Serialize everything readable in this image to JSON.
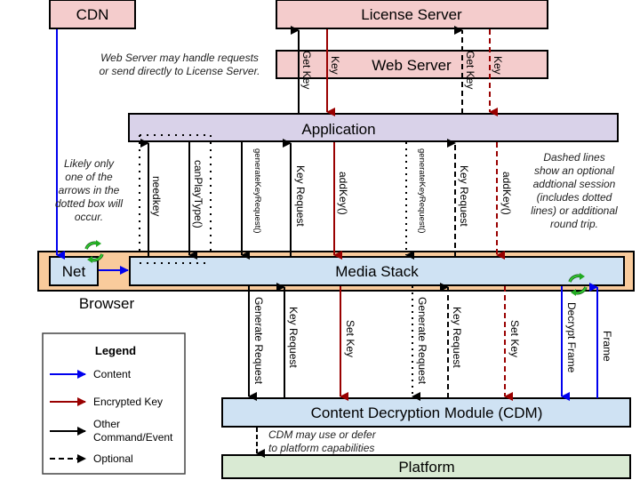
{
  "colors": {
    "content": "#0000ee",
    "encrypted_key": "#990000",
    "other": "#000000",
    "server_fill": "#f4cccc",
    "app_fill": "#d9d2e9",
    "browser_fill": "#f9cb9c",
    "media_fill": "#cfe2f3",
    "platform_fill": "#d9ead3",
    "cycle": "#22aa22"
  },
  "boxes": {
    "cdn": "CDN",
    "license_server": "License Server",
    "web_server": "Web Server",
    "application": "Application",
    "net": "Net",
    "media_stack": "Media Stack",
    "browser": "Browser",
    "cdm": "Content Decryption Module (CDM)",
    "platform": "Platform"
  },
  "arrows_top": {
    "get_key_1": "Get Key",
    "key_1": "Key",
    "get_key_2": "Get Key",
    "key_2": "Key"
  },
  "arrows_mid": {
    "needkey": "needkey",
    "canplaytype": "canPlayType()",
    "generatekeyrequest_1": "generateKeyRequest()",
    "key_request_1": "Key Request",
    "addkey_1": "addKey()",
    "generatekeyrequest_2": "generateKeyRequest()",
    "key_request_2": "Key Request",
    "addkey_2": "addKey()"
  },
  "arrows_bottom": {
    "generate_request_1": "Generate Request",
    "key_request_1": "Key Request",
    "set_key_1": "Set Key",
    "generate_request_2": "Generate Request",
    "key_request_2": "Key Request",
    "set_key_2": "Set Key",
    "decrypt_frame": "Decrypt Frame",
    "frame": "Frame"
  },
  "notes": {
    "web_server_line1": "Web Server may handle requests",
    "web_server_line2": "or send directly to License Server.",
    "dotted_line1": "Likely only",
    "dotted_line2": "one of the",
    "dotted_line3": "arrows in the",
    "dotted_line4": "dotted box will",
    "dotted_line5": "occur.",
    "dashed_line1": "Dashed lines",
    "dashed_line2": "show an optional",
    "dashed_line3": "addtional session",
    "dashed_line4": "(includes dotted",
    "dashed_line5": "lines) or additional",
    "dashed_line6": "round trip.",
    "cdm_line1": "CDM may use or defer",
    "cdm_line2": "to platform capabilities"
  },
  "legend": {
    "title": "Legend",
    "items": [
      {
        "label": "Content",
        "style": "content"
      },
      {
        "label": "Encrypted Key",
        "style": "encrypted_key"
      },
      {
        "label_line1": "Other",
        "label_line2": "Command/Event",
        "style": "other"
      },
      {
        "label": "Optional",
        "style": "optional"
      }
    ]
  }
}
